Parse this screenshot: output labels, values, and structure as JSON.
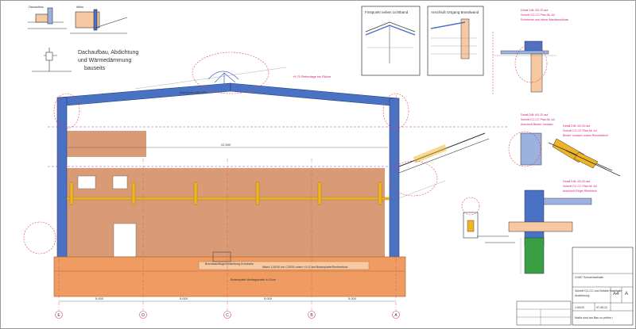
{
  "drawing": {
    "heading_lines": [
      "Dachaufbau, Abdichtung",
      "und Wärmedämmung",
      "bauseits"
    ],
    "detail_first_title": "Firstpunkt neben Lichtband",
    "detail_brandwand_title": "Anschluß Ortgang Brandwand",
    "detail_labels": [
      "Detail DIN: M1:20 auf",
      "Schnitt CC-CC Plan-Nr. A4",
      "Rohrtonne und obere Wandanschluss",
      "Detail DIN: M1:20 auf",
      "Schnitt CC-CC Plan-Nr. A4",
      "Anschluß Binder Vordach",
      "Detail DIN: M1:20 auf",
      "Schnitt CC-CC Plan-Nr. A4",
      "Binder Vordach untere Rinnenblech",
      "Detail DIN: M1:20 auf",
      "Schnitt CC-CC Plan-Nr. A4",
      "Anschluß Flügel Rinnblech"
    ],
    "beam_label": "Stahlbinder HEA 500",
    "roof_level": "+9,75 Pfettenlage bis Fläche",
    "ridge_dim": "22.500",
    "slab_notes": [
      "Brandwandfuge/Abdichtung Kranbahn",
      "Wand 1,00/30 cm C25/30 unten +0.12 auf Bodenplatte/Streifenfund.",
      "Bodenplatte Montageplatte d=12cm"
    ],
    "axis_labels": [
      "E",
      "D",
      "C",
      "B",
      "A"
    ],
    "bottom_dims": [
      "5.000",
      "5.000",
      "5.000",
      "5.000"
    ],
    "title_block": {
      "project_no": "21967 Schwerlasthalle",
      "description": [
        "Schnitt CC-CC und Details Stahlhalle",
        "Ausführung"
      ],
      "sheet_no": "A4",
      "index": "A",
      "scale": "1:50/20",
      "date": "07.08.12",
      "bottom_note": "Maße sind am Bau zu prüfen !"
    }
  },
  "colors": {
    "steel": "#4a72c4",
    "steel_light": "#9bb2e0",
    "concrete": "#ef9b62",
    "concrete_light": "#f6c9a3",
    "wall_brown": "#d99b76",
    "crane_yellow": "#f0b323",
    "revision": "#e0455a",
    "annotation": "#d0187a",
    "green": "#3a9e45"
  }
}
